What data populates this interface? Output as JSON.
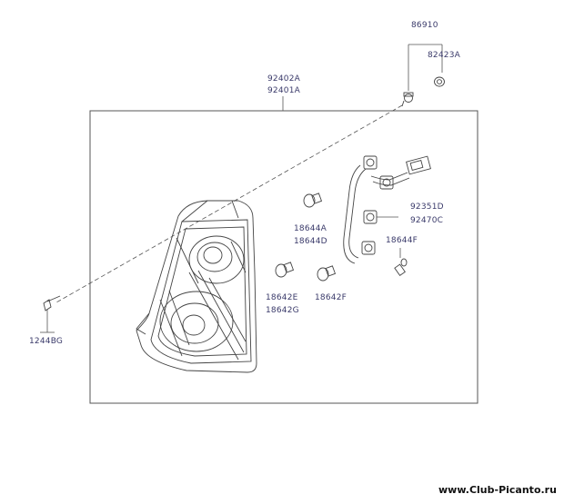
{
  "labels": {
    "p86910": "86910",
    "p82423A": "82423A",
    "p92402A": "92402A",
    "p92401A": "92401A",
    "p92351D": "92351D",
    "p92470C": "92470C",
    "p18644A": "18644A",
    "p18644D": "18644D",
    "p18644F": "18644F",
    "p18642E": "18642E",
    "p18642G": "18642G",
    "p18642F": "18642F",
    "p1244BG": "1244BG"
  },
  "watermark": "www.Club-Picanto.ru"
}
